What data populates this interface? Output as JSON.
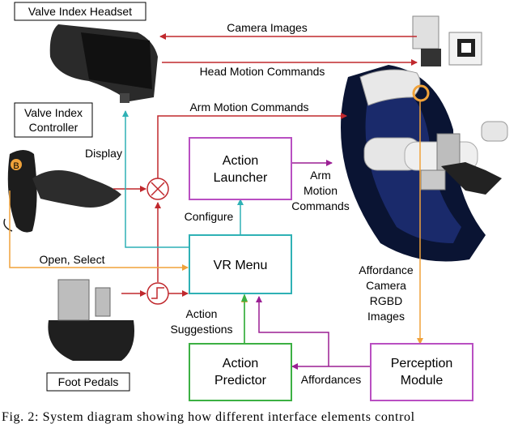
{
  "diagram": {
    "labels": {
      "headset": "Valve Index Headset",
      "controller_line1": "Valve Index",
      "controller_line2": "Controller",
      "foot_pedals": "Foot Pedals",
      "camera_images": "Camera Images",
      "head_motion": "Head Motion Commands",
      "arm_motion_top": "Arm Motion Commands",
      "display": "Display",
      "configure": "Configure",
      "open_select": "Open, Select",
      "action_suggestions_1": "Action",
      "action_suggestions_2": "Suggestions",
      "arm_motion_1": "Arm",
      "arm_motion_2": "Motion",
      "arm_motion_3": "Commands",
      "affordance_1": "Affordance",
      "affordance_2": "Camera",
      "affordance_3": "RGBD",
      "affordance_4": "Images",
      "affordances": "Affordances",
      "controller_button": "B"
    },
    "boxes": {
      "action_launcher_1": "Action",
      "action_launcher_2": "Launcher",
      "vr_menu": "VR Menu",
      "action_predictor_1": "Action",
      "action_predictor_2": "Predictor",
      "perception_1": "Perception",
      "perception_2": "Module"
    },
    "colors": {
      "red": "#c0282d",
      "cyan": "#2fb1b5",
      "orange": "#f0a23a",
      "purple": "#9b1f94",
      "magenta_box": "#b94fc2",
      "green": "#3cb043"
    }
  },
  "caption": "Fig. 2: System diagram showing how different interface elements control"
}
